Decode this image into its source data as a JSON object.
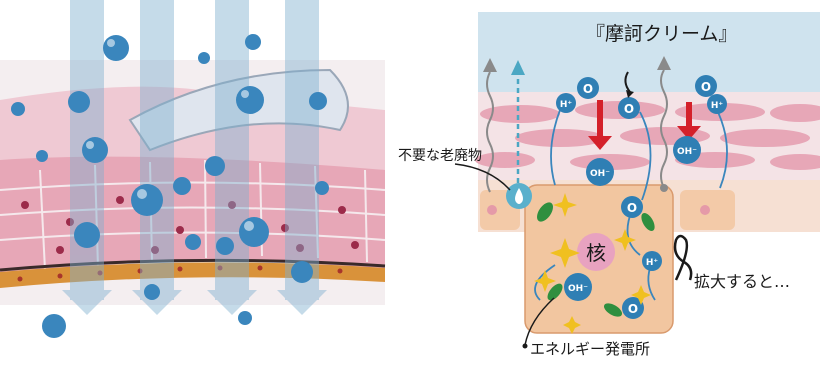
{
  "labels": {
    "cream": "『摩訶クリーム』",
    "waste": "不要な老廃物",
    "nucleus": "核",
    "zoom": "拡大すると…",
    "energy": "エネルギー発電所"
  },
  "ions": {
    "o": "O",
    "h_plus": "H⁺",
    "oh_minus": "OH⁻"
  },
  "colors": {
    "skin_pink": "#e7a7b7",
    "skin_dark": "#c9758c",
    "cell_peach": "#f2c6a0",
    "cell_outline": "#d99a6d",
    "ion_blue": "#2f7fb4",
    "arrow_red": "#d4202a",
    "arrow_gray": "#8a8a8a",
    "arrow_teal": "#4ba7c3",
    "cream_blue": "#cfe3ee",
    "mitochondria_green": "#2f8f3f",
    "sparkle_gold": "#f0c020"
  },
  "icons": [
    "water-droplet-icon",
    "sparkle-icon",
    "mitochondria-icon",
    "zoom-loop-icon"
  ]
}
